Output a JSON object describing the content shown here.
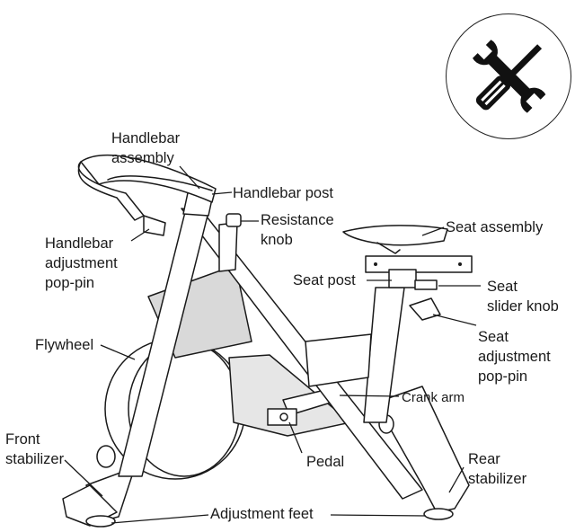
{
  "labels": {
    "handlebar_assembly": [
      "Handlebar",
      "assembly"
    ],
    "handlebar_post": "Handlebar post",
    "resistance_knob": [
      "Resistance",
      "knob"
    ],
    "handlebar_adjustment_pop_pin": [
      "Handlebar",
      "adjustment",
      "pop-pin"
    ],
    "seat_assembly": "Seat assembly",
    "seat_post": "Seat post",
    "seat_slider_knob": [
      "Seat",
      "slider knob"
    ],
    "seat_adjustment_pop_pin": [
      "Seat",
      "adjustment",
      "pop-pin"
    ],
    "flywheel": "Flywheel",
    "crank_arm": "Crank arm",
    "front_stabilizer": [
      "Front",
      "stabilizer"
    ],
    "pedal": "Pedal",
    "rear_stabilizer": [
      "Rear",
      "stabilizer"
    ],
    "adjustment_feet": "Adjustment feet"
  },
  "icons": {
    "tools": "wrench-screwdriver-icon"
  },
  "colors": {
    "line": "#1a1a1a",
    "frame_fill": "#ffffff",
    "shade": "#d9d9d9"
  }
}
